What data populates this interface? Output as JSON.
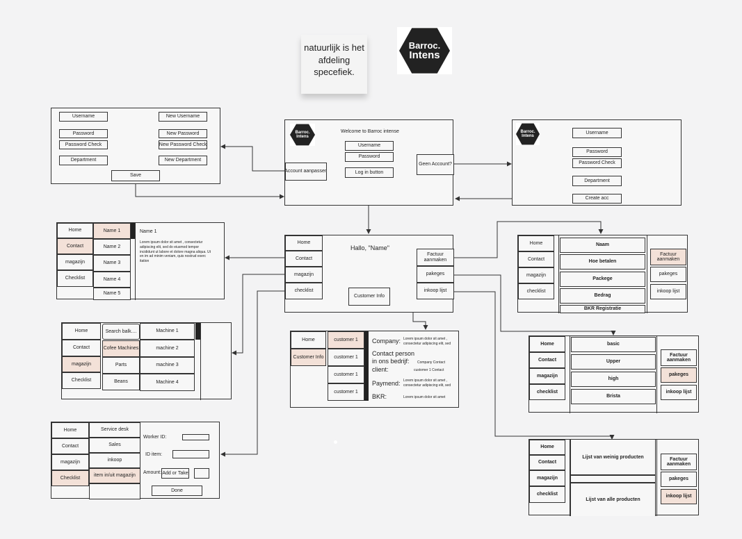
{
  "sticky_note": {
    "text": "natuurlijk is het afdeling specefiek."
  },
  "logo": {
    "line1": "Barroc.",
    "line2": "Intens"
  },
  "edit_account": {
    "username": "Username",
    "new_username": "New Username",
    "password": "Password",
    "new_password": "New Password",
    "password_check": "Password Check",
    "new_password_check": "New Password Check",
    "department": "Department",
    "new_department": "New Department",
    "save": "Save"
  },
  "login": {
    "welcome": "Welcome to Barroc intense",
    "username": "Username",
    "password": "Password",
    "login_button": "Log in button",
    "account_aanpassen": "Account aanpassen",
    "geen_account": "Geen Account?"
  },
  "register": {
    "username": "Username",
    "password": "Password",
    "password_check": "Password Check",
    "department": "Department",
    "create": "Create acc"
  },
  "home": {
    "greeting": "Hallo, \"Name\"",
    "nav": [
      "Home",
      "Contact",
      "magazijn",
      "checklist"
    ],
    "right": [
      "Factuur aanmaken",
      "pakeges",
      "inkoop lijst"
    ],
    "customer_info": "Customer Info"
  },
  "contact_screen": {
    "nav": [
      "Home",
      "Contact",
      "magazijn",
      "Checklist"
    ],
    "names": [
      "Name 1",
      "Name 2",
      "Name 3",
      "Name 4",
      "Name 5"
    ],
    "detail_title": "Name 1",
    "detail_text": "Lorem ipsum dolor sit amet , consectetur adipiscing elit, sed do eiusmod tempor incididunt ut labore et dolore magna aliqua. Ut en im ad minim veniam, quis nostrud exerc itation"
  },
  "magazijn_screen": {
    "nav": [
      "Home",
      "Contact",
      "magazijn",
      "Checklist"
    ],
    "categories": [
      "Search balk....",
      "Cofee Machines",
      "Parts",
      "Beans"
    ],
    "machines": [
      "Machine 1",
      "machine 2",
      "machine 3",
      "Machine 4"
    ]
  },
  "checklist_screen": {
    "nav": [
      "Home",
      "Contact",
      "magazijn",
      "Checklist"
    ],
    "menu": [
      "Service desk",
      "Sales",
      "inkoop",
      "item in/uit magazijn"
    ],
    "worker_id": "Worker ID:",
    "id_item": "ID item:",
    "amount": "Amount:",
    "add_or_take": "Add or Take",
    "done": "Done"
  },
  "customer_screen": {
    "nav": [
      "Home",
      "Customer Info"
    ],
    "customers": [
      "customer 1",
      "customer 1",
      "customer 1",
      "customer 1"
    ],
    "company_label": "Company:",
    "company_text": "Lorem ipsum dolor sit amet , consectetur adipiscing elit, sed",
    "contact_label": "Contact person in ons bedrijf:",
    "contact_text": "Company Contact",
    "client_label": "client:",
    "client_text": "customer 1 Contact",
    "paymend_label": "Paymend:",
    "paymend_text": "Lorem ipsum dolor sit amet , consectetur adipiscing elit, sed",
    "bkr_label": "BKR:",
    "bkr_text": "Lorem ipsum dolor sit amet"
  },
  "factuur_screen": {
    "nav": [
      "Home",
      "Contact",
      "magazijn",
      "checklist"
    ],
    "fields": [
      "Naam",
      "Hoe betalen",
      "Packege",
      "Bedrag"
    ],
    "bkr": "BKR Registratie",
    "right": [
      "Factuur aanmaken",
      "pakeges",
      "inkoop lijst"
    ]
  },
  "pakeges_screen": {
    "nav": [
      "Home",
      "Contact",
      "magazijn",
      "checklist"
    ],
    "packages": [
      "basic",
      "Upper",
      "high",
      "Brista"
    ],
    "right": [
      "Factuur aanmaken",
      "pakeges",
      "inkoop lijst"
    ]
  },
  "inkoop_screen": {
    "nav": [
      "Home",
      "Contact",
      "magazijn",
      "checklist"
    ],
    "list_low": "Lijst van weinig producten",
    "list_all": "Lijst van alle producten",
    "right": [
      "Factuur aanmaken",
      "pakeges",
      "inkoop lijst"
    ]
  },
  "colors": {
    "highlight": "#f3e1d8",
    "background": "#f3f3f4",
    "line": "#333333"
  }
}
